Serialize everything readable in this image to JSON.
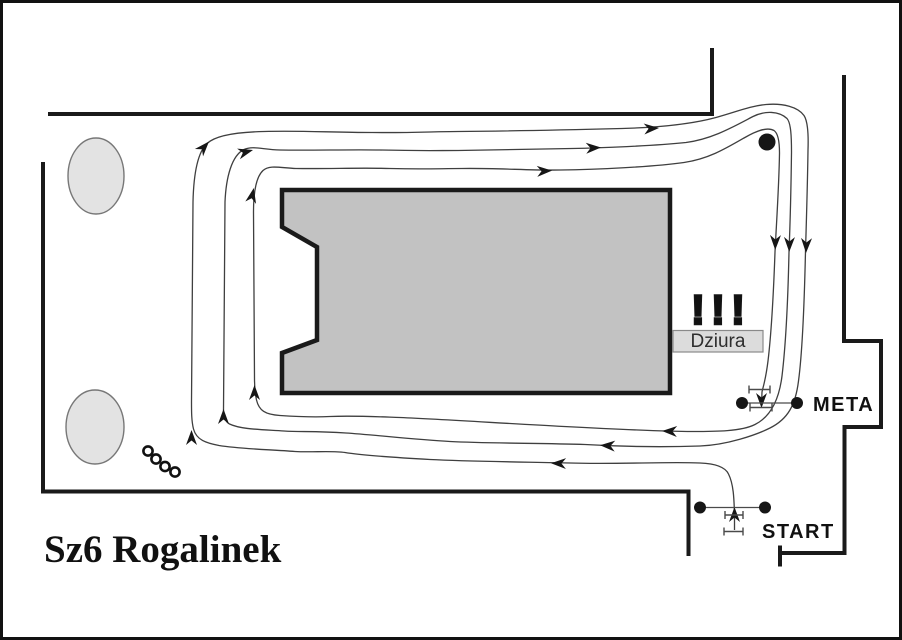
{
  "diagram": {
    "title": "Sz6 Rogalinek",
    "start_label": "START",
    "finish_label": "META",
    "hazard_label": "Dziura",
    "warning_marks": "!!!"
  },
  "symbols": {
    "pylon": "black-dot",
    "start_gate": "timing-gate",
    "finish_gate": "timing-gate",
    "obstacle": "ring-chain",
    "direction": "arrowheads"
  },
  "colors": {
    "building_fill": "#c2c2c2",
    "area_fill": "#e3e3e3",
    "area_stroke": "#777777",
    "hazard_box_fill": "#dcdcdc",
    "hazard_box_stroke": "#8a8a8a",
    "wall": "#1a1a1a",
    "track": "#3f3f3f",
    "text": "#111111"
  }
}
